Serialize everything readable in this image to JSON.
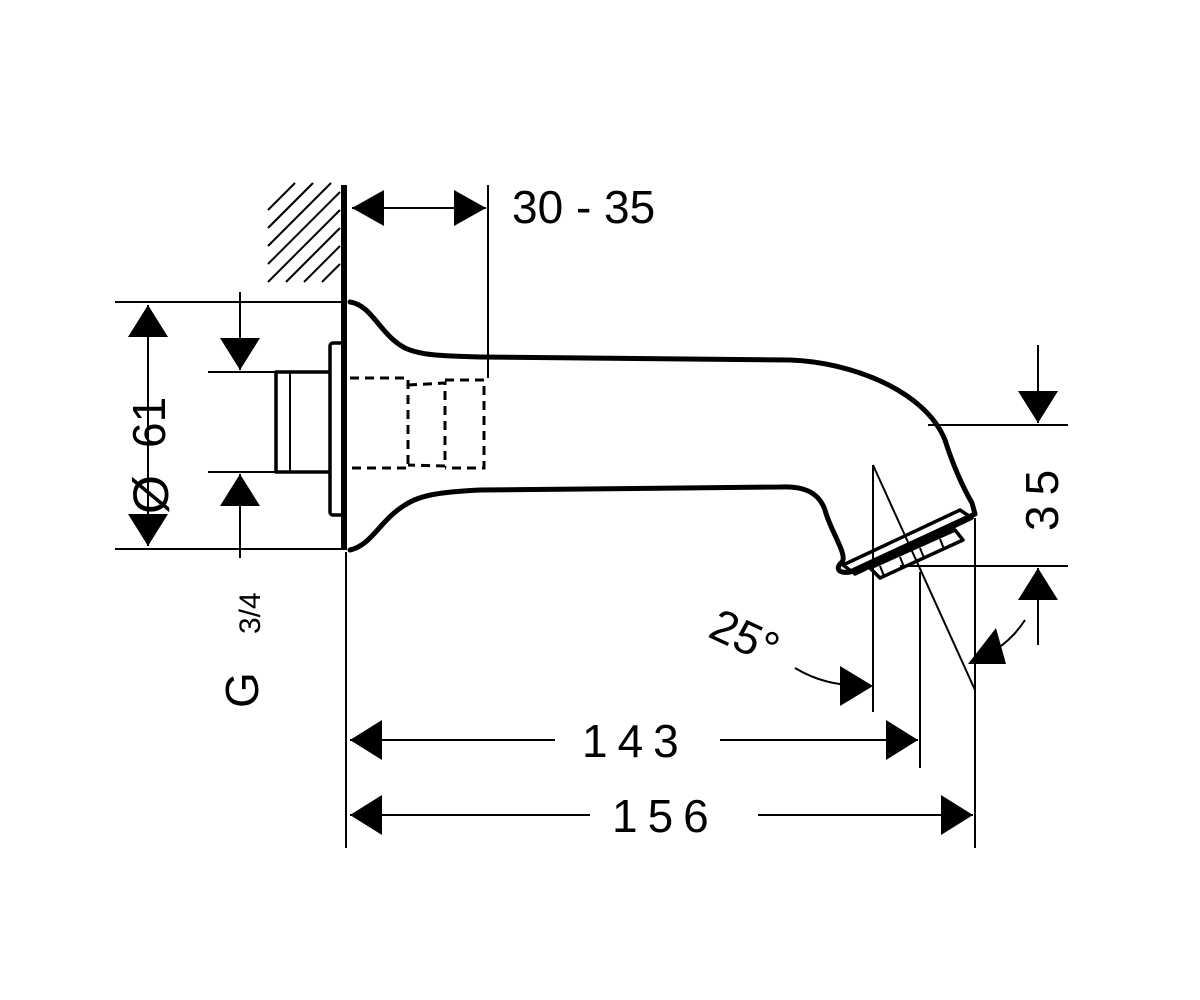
{
  "dimensions": {
    "wall_depth": "30 - 35",
    "diameter_symbol": "Ø",
    "diameter_value": "61",
    "height": "35",
    "angle": "25°",
    "length_inner": "143",
    "length_outer": "156",
    "thread": "G",
    "thread_size": "3/4"
  },
  "colors": {
    "line": "#000000",
    "background": "#ffffff"
  }
}
